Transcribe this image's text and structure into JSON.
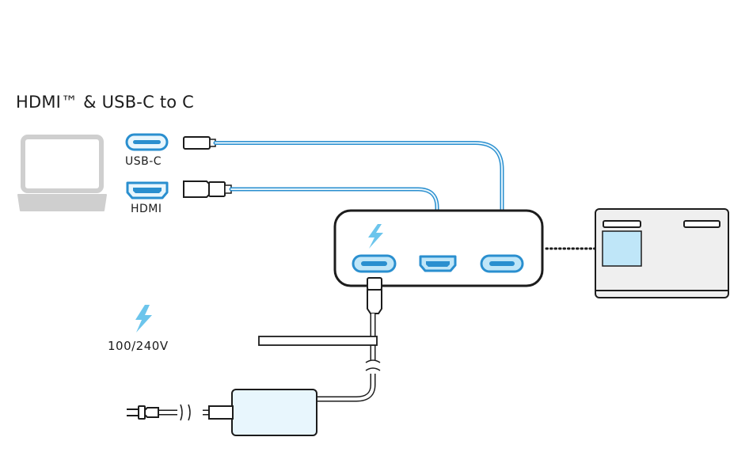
{
  "title": "HDMI™ & USB-C to C",
  "ports": {
    "usbc_label": "USB-C",
    "hdmi_label": "HDMI"
  },
  "power": {
    "voltage_label": "100/240V"
  },
  "colors": {
    "outline": "#1c1c1c",
    "cable_blue": "#2a8fcf",
    "cable_fill": "#e8f6fd",
    "accent_fill": "#bfe6f8",
    "bolt": "#6cc5ec",
    "device_gray": "#cfcfcf",
    "dock_bg": "#efefef"
  },
  "icons": [
    "laptop-icon",
    "usb-c-port-icon",
    "hdmi-port-icon",
    "power-bolt-icon",
    "dock-icon",
    "power-adapter-icon",
    "power-plug-icon"
  ]
}
